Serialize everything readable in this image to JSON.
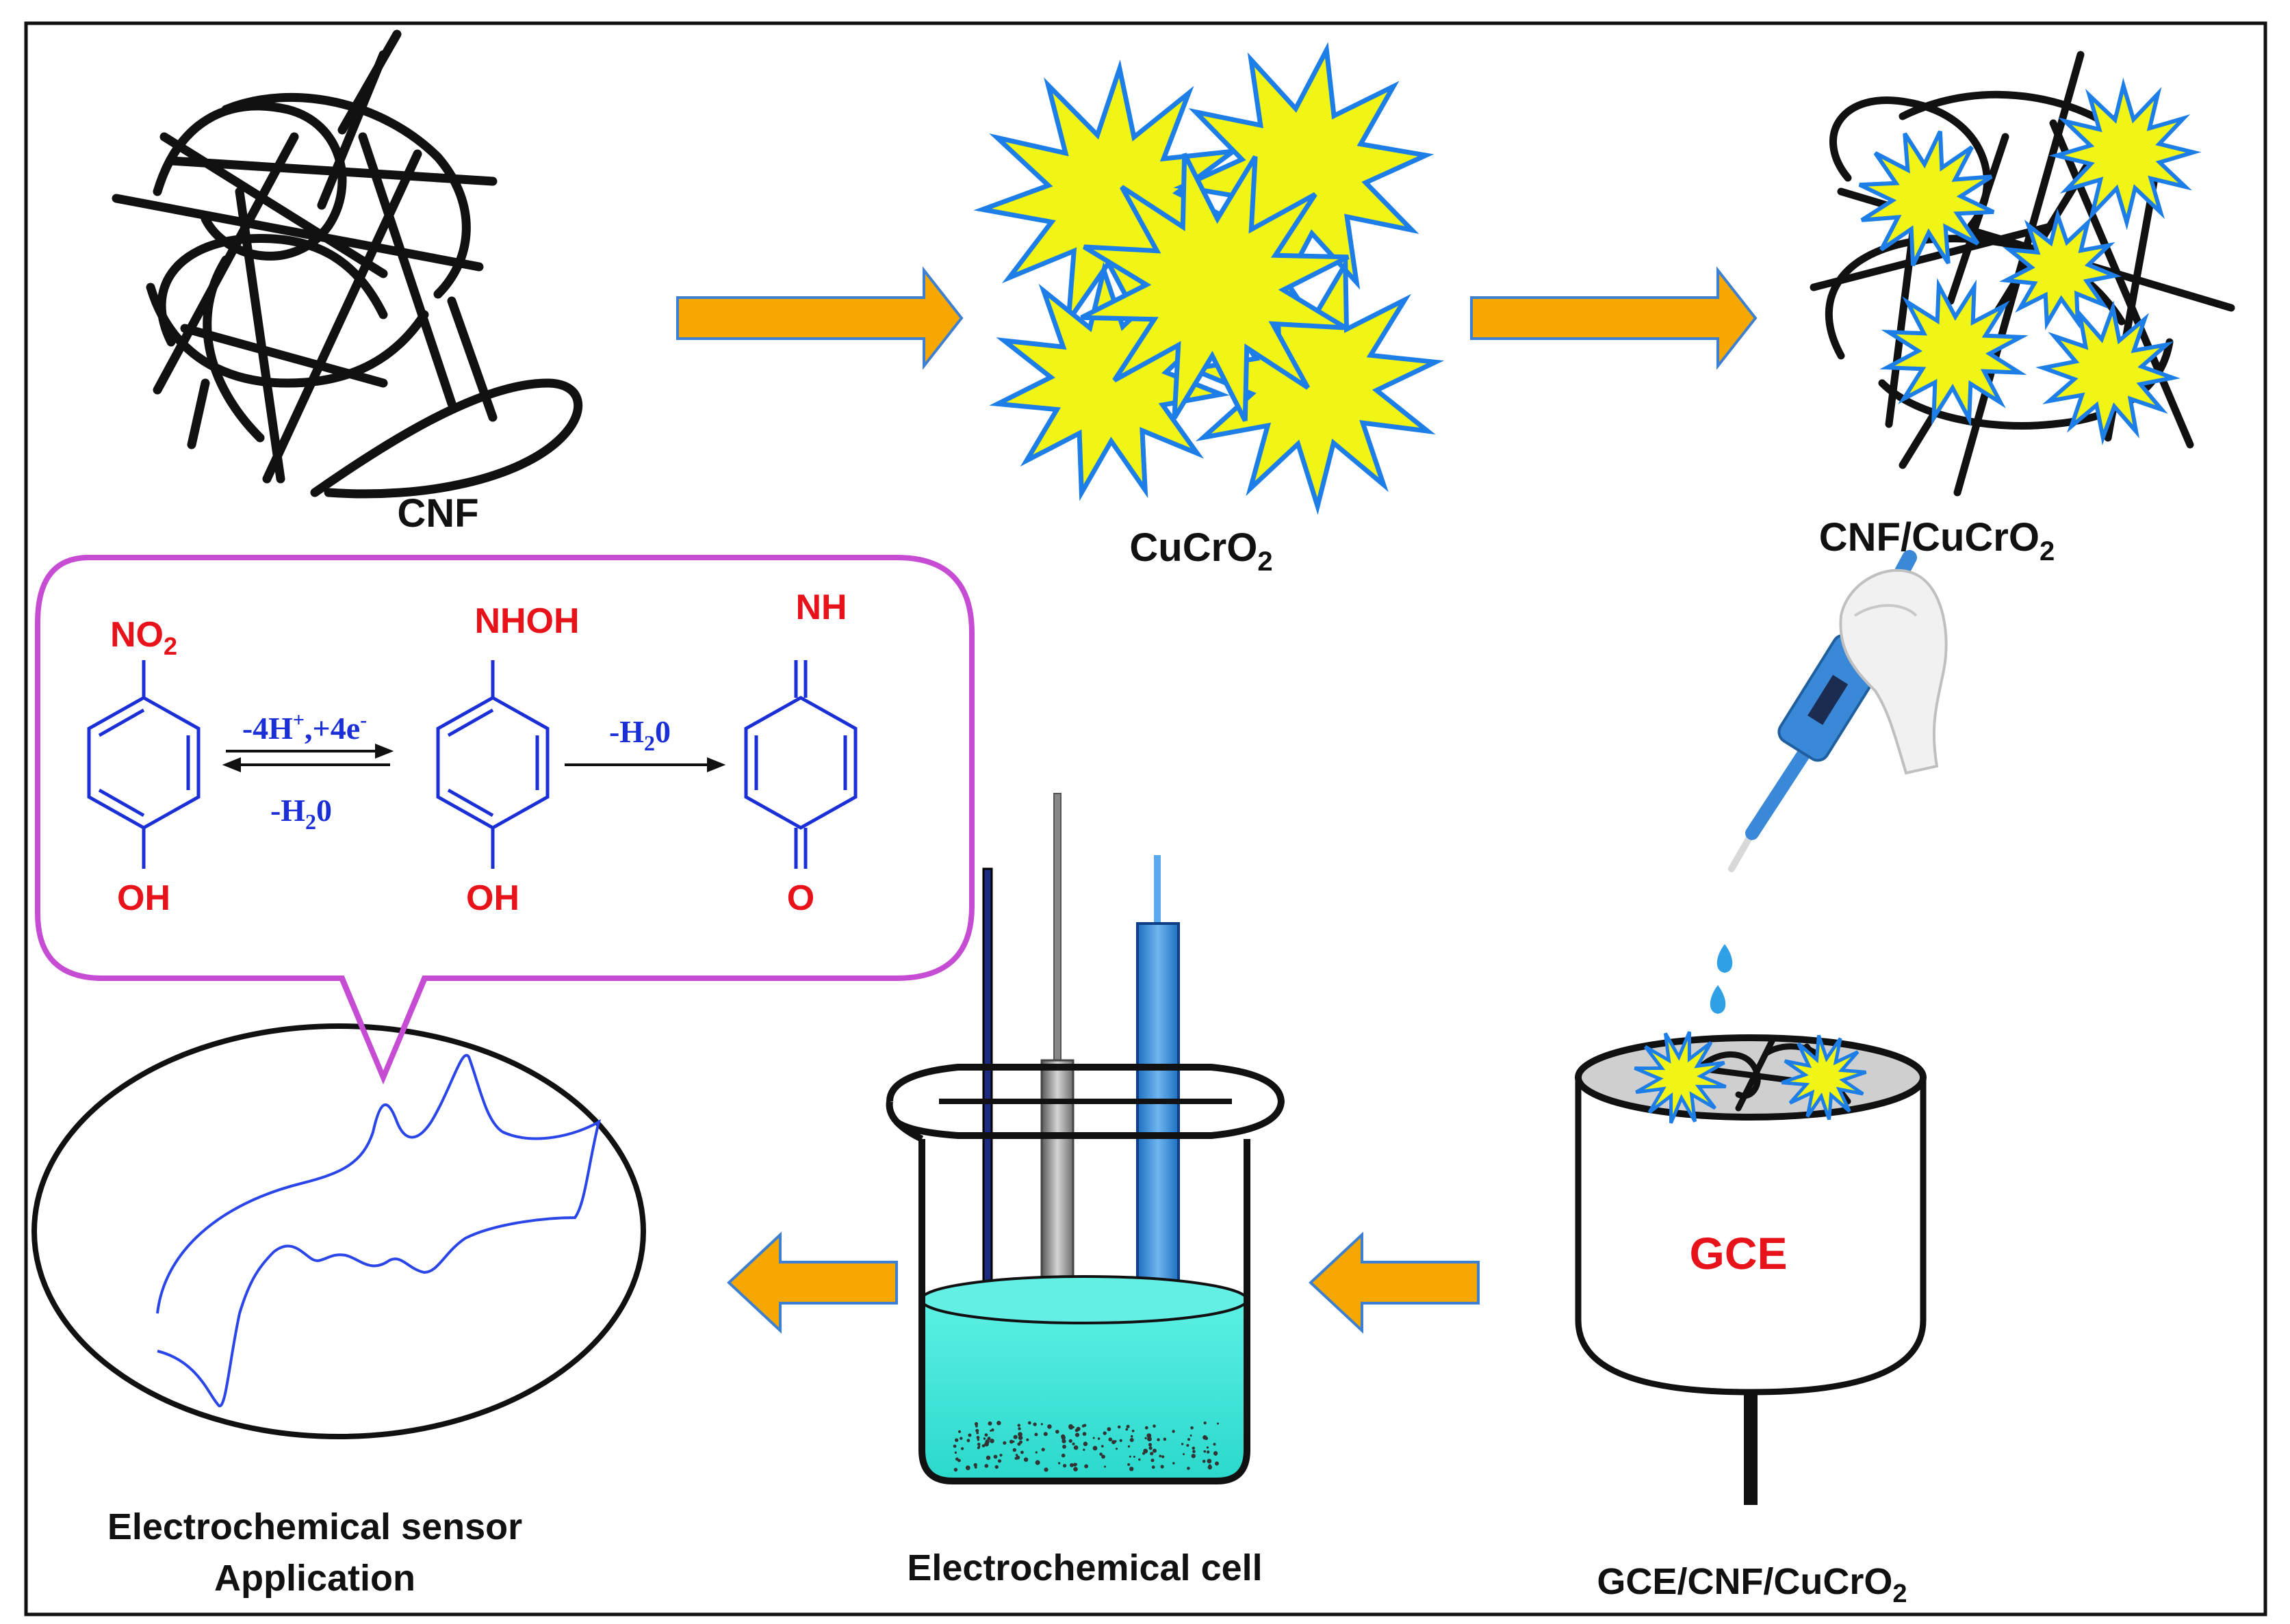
{
  "labels": {
    "cnf": "CNF",
    "cucro2_main": "CuCrO",
    "cucro2_sub": "2",
    "composite_main": "CNF/CuCrO",
    "composite_sub": "2",
    "gce": "GCE",
    "modified_main": "GCE/CNF/CuCrO",
    "modified_sub": "2",
    "cell": "Electrochemical cell",
    "sensor_line1": "Electrochemical sensor",
    "sensor_line2": "Application"
  },
  "reaction": {
    "reactant_top_main": "NO",
    "reactant_top_sub": "2",
    "reactant_bottom": "OH",
    "intermediate_top": "NHOH",
    "intermediate_bottom": "OH",
    "product_top": "NH",
    "product_bottom": "O",
    "step1_forward": "-4H",
    "step1_forward_sup1": "+",
    "step1_forward_mid": ",+4e",
    "step1_forward_sup2": "-",
    "step1_reverse_main": "-H",
    "step1_reverse_sub": "2",
    "step1_reverse_end": "0",
    "step2_main": "-H",
    "step2_sub": "2",
    "step2_end": "0"
  },
  "colors": {
    "arrow_fill": "#f6a800",
    "arrow_stroke": "#3d7fd1",
    "star_fill": "#f0f516",
    "star_stroke": "#1d7ee8",
    "callout_border": "#c64dd3",
    "bond_blue": "#1b2fd6",
    "label_red": "#e8131a",
    "liquid": "#33e6d8",
    "electrode_blue": "#2f88d9"
  }
}
